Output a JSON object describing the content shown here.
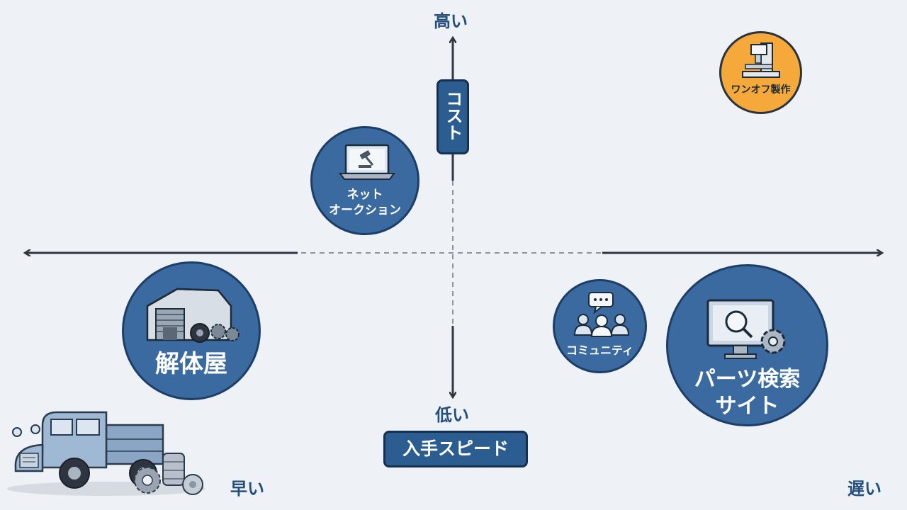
{
  "axes": {
    "vertical_name": "コスト",
    "vertical_high": "高い",
    "vertical_low": "低い",
    "horizontal_name": "入手スピード",
    "horizontal_left": "早い",
    "horizontal_right": "遅い"
  },
  "items": {
    "scrapyard": {
      "label": "解体屋",
      "icon": "warehouse-icon"
    },
    "auction": {
      "label_line1": "ネット",
      "label_line2": "オークション",
      "icon": "laptop-gavel-icon"
    },
    "oneoff": {
      "label": "ワンオフ製作",
      "icon": "milling-machine-icon"
    },
    "community": {
      "label": "コミュニティ",
      "icon": "people-chat-icon"
    },
    "parts_search": {
      "label_line1": "パーツ検索",
      "label_line2": "サイト",
      "icon": "monitor-search-icon"
    }
  },
  "colors": {
    "background": "#eef1f5",
    "bubble_blue": "#3a6aa0",
    "bubble_orange": "#f4a93a",
    "label_navy": "#244e7c",
    "axis": "#2f3640"
  },
  "decoration": {
    "truck_icon": "vintage-truck-with-parts-icon"
  }
}
